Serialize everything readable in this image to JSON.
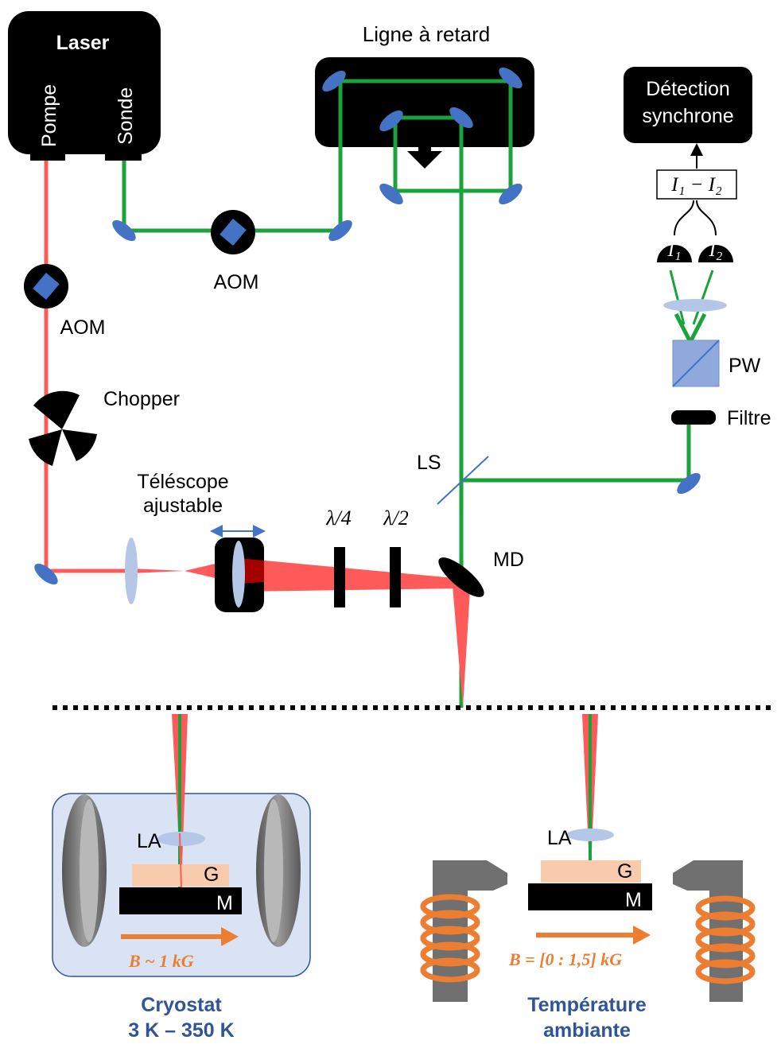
{
  "laser": {
    "title": "Laser",
    "pump": "Pompe",
    "probe": "Sonde"
  },
  "delay_line": {
    "title": "Ligne à retard"
  },
  "detection": {
    "line1": "Détection",
    "line2": "synchrone"
  },
  "difference": {
    "text": "I₁ − I₂"
  },
  "photodiodes": {
    "left": "I₁",
    "right": "I₂"
  },
  "components": {
    "aom_probe": "AOM",
    "aom_pump": "AOM",
    "chopper": "Chopper",
    "telescope_line1": "Téléscope",
    "telescope_line2": "ajustable",
    "quarter_wave": "λ/4",
    "half_wave": "λ/2",
    "ls": "LS",
    "md": "MD",
    "pw": "PW",
    "filter": "Filtre"
  },
  "cryostat_setup": {
    "lens": "LA",
    "garnet": "G",
    "magnet_sample": "M",
    "field": "B ~ 1 kG",
    "caption_line1": "Cryostat",
    "caption_line2": "3 K – 350 K"
  },
  "ambient_setup": {
    "lens": "LA",
    "garnet": "G",
    "magnet_sample": "M",
    "field": "B = [0 : 1,5] kG",
    "caption_line1": "Température",
    "caption_line2": "ambiante"
  },
  "colors": {
    "pump_beam": "#ff5a5a",
    "probe_beam": "#1aa33a",
    "mirror": "#4472c4",
    "lens": "#b4c7e7",
    "field_arrow": "#ed7d31",
    "caption": "#2f5597",
    "cryostat_bg": "#dae3f3"
  }
}
